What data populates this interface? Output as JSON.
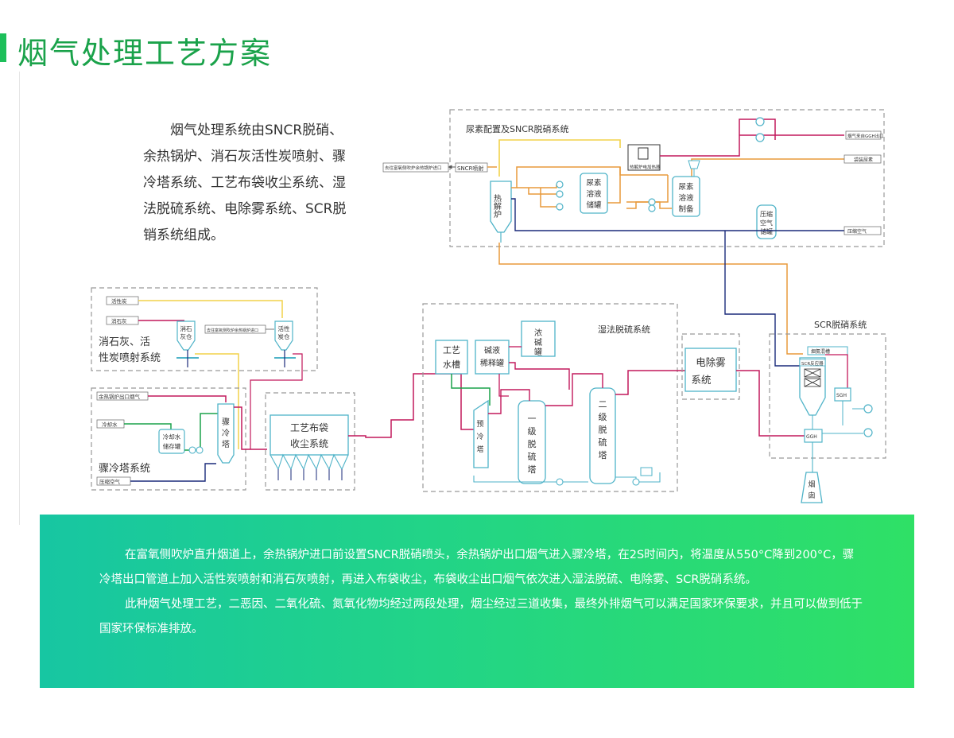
{
  "page": {
    "title": "烟气处理工艺方案",
    "intro_lines": [
      "烟气处理系统由SNCR脱硝、",
      "余热锅炉、消石灰活性炭喷射、骤",
      "冷塔系统、工艺布袋收尘系统、湿",
      "法脱硫系统、电除雾系统、SCR脱",
      "销系统组成。"
    ]
  },
  "diagram": {
    "sncr": {
      "title": "尿素配置及SNCR脱硝系统",
      "pyrolysis": "热解炉",
      "storage": "尿素溶液储罐",
      "prep": "尿素溶液制备",
      "air_tank": "压缩空气储罐",
      "heater": "热解炉电加热器",
      "sncr_nozzle": "SNCR喷射",
      "to_boiler": "去往富氧侧吹炉余热锅炉进口",
      "gas_from_ggh": "烟气来自GGH出口",
      "urea_in": "袋装尿素",
      "compressed_air": "压缩空气"
    },
    "lime": {
      "title": "消石灰、活性炭喷射系统",
      "activated_carbon": "活性炭",
      "lime": "消石灰",
      "lime_silo": "消石灰仓",
      "carbon_silo": "活性炭仓",
      "to_boiler": "去往富氧侧吹炉余热锅炉进口"
    },
    "quench": {
      "title": "骤冷塔系统",
      "boiler_gas": "余热锅炉出口烟气",
      "cooling_water": "冷却水",
      "water_tank": "冷却水储存罐",
      "tower": "骤冷塔",
      "compressed_air": "压缩空气"
    },
    "baghouse": {
      "label": "工艺布袋收尘系统"
    },
    "wet": {
      "title": "湿法脱硫系统",
      "process_water": "工艺水槽",
      "dilute_tank": "碱液稀释罐",
      "conc_tank": "浓碱罐",
      "pre_cool": "预冷塔",
      "tower1": "一级脱硫塔",
      "tower2": "二级脱硫塔"
    },
    "esp": {
      "label": "电除雾系统"
    },
    "scr": {
      "title": "SCR脱硝系统",
      "mixer": "烟氨混槽",
      "reactor": "SCR反应器",
      "sgh": "SGH",
      "ggh": "GGH",
      "stack": "烟囱"
    }
  },
  "footer": {
    "p1": "在富氧侧吹炉直升烟道上，余热锅炉进口前设置SNCR脱硝喷头，余热锅炉出口烟气进入骤冷塔，在2S时间内，将温度从550°C降到200°C，骤冷塔出口管道上加入活性炭喷射和消石灰喷射，再进入布袋收尘，布袋收尘出口烟气依次进入湿法脱硫、电除雾、SCR脱硝系统。",
    "p2": "此种烟气处理工艺，二恶因、二氧化硫、氮氧化物均经过两段处理，烟尘经过三道收集，最终外排烟气可以满足国家环保要求，并且可以做到低于国家环保标准排放。"
  },
  "colors": {
    "title_green": "#1aa24a",
    "flue_pink": "#c2185b",
    "urea_orange": "#e89a3c",
    "air_navy": "#1a2a7a",
    "water_green": "#1aa24a",
    "carbon_yellow": "#f2d24a",
    "pipe_teal": "#4fb3c8"
  }
}
